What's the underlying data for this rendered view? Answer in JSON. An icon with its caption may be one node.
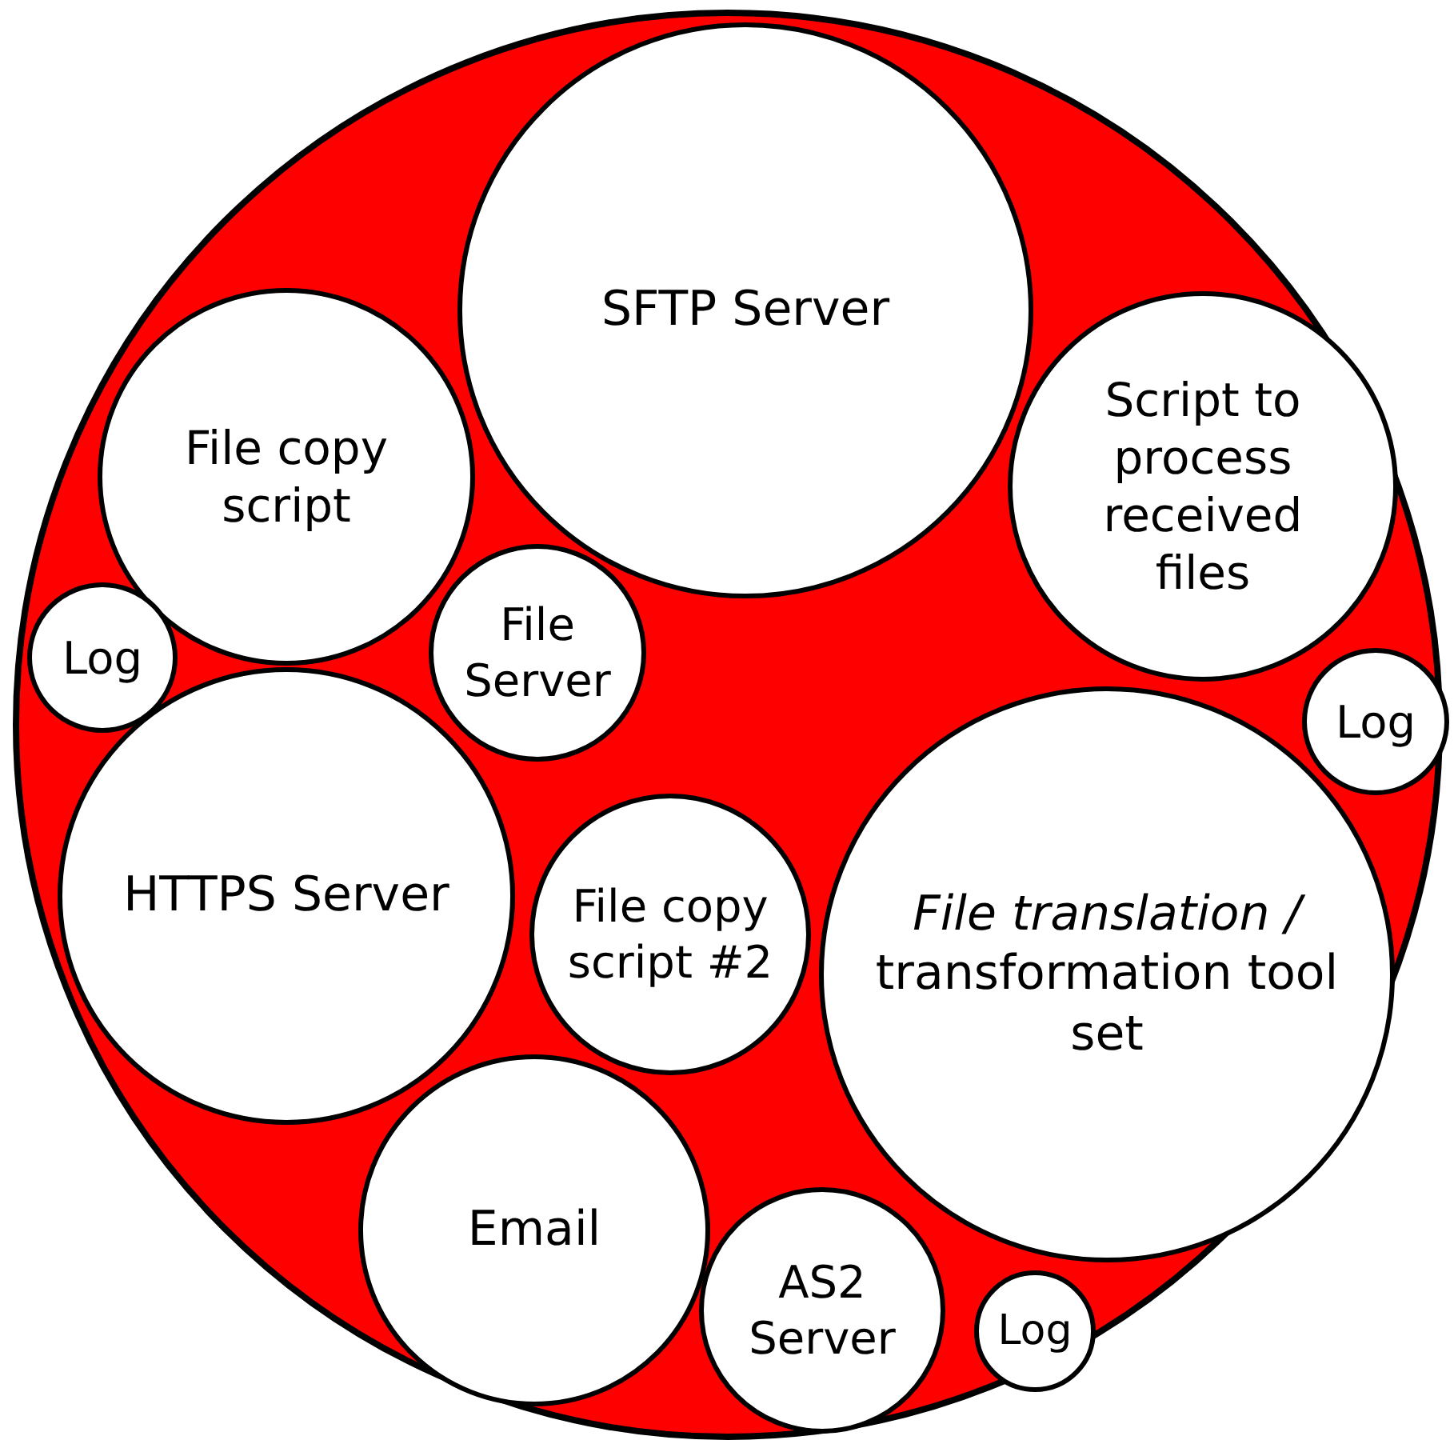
{
  "diagram": {
    "nodes": [
      {
        "text": [],
        "shape": "circle"
      },
      {
        "text": [
          "SFTP Server"
        ],
        "in": 0
      },
      {
        "text": [
          "File copy script"
        ],
        "in": 0
      },
      {
        "text": [
          "Script to process received files"
        ],
        "in": 0
      },
      {
        "text": [
          "Log"
        ],
        "in": 0
      },
      {
        "text": [
          "File Server"
        ],
        "in": 0
      },
      {
        "text": [
          "Log"
        ],
        "in": 0
      },
      {
        "text": [
          "HTTPS Server"
        ],
        "in": 0
      },
      {
        "text": [
          "File copy script #2"
        ],
        "in": 0
      },
      {
        "text": [
          "*File translation /* transformation tool set"
        ],
        "in": 0
      },
      {
        "text": [
          "Email"
        ],
        "in": 0
      },
      {
        "text": [
          "AS2 Server"
        ],
        "in": 0
      },
      {
        "text": [
          "Log"
        ],
        "in": 0
      }
    ]
  }
}
